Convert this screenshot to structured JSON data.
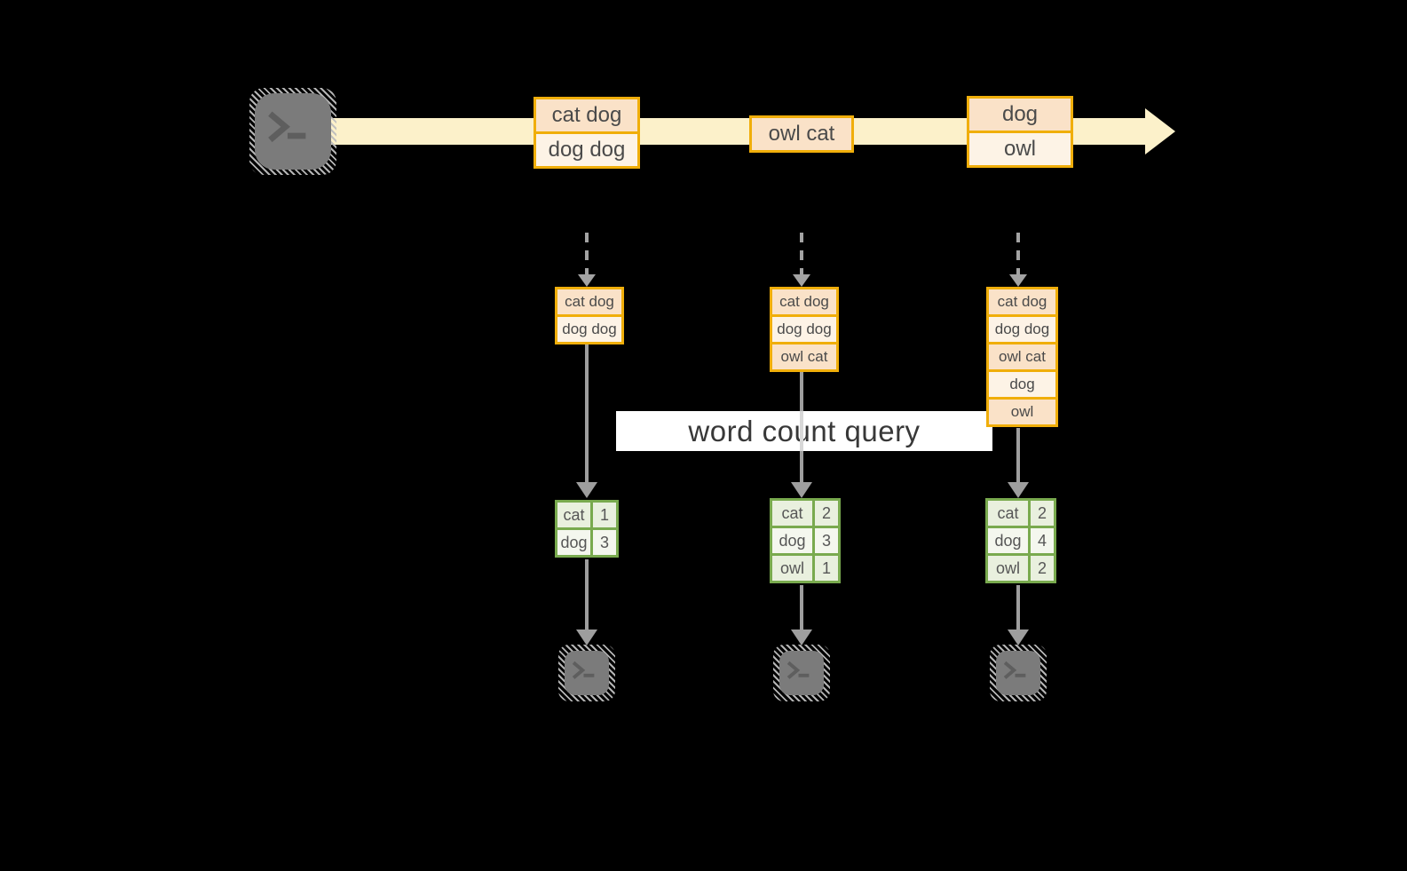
{
  "colors": {
    "band": "#fcf1ca",
    "gold": "#f0ae0a",
    "peach": "#fae2c8",
    "cream": "#fdf3e6",
    "green": "#79aa4e",
    "cellA": "#e9f0de",
    "cellB": "#f4f7ee",
    "arrow": "#9e9e9e",
    "arrowLight": "#d8d8d8",
    "dash": "#a3a3a3",
    "terminal": "#7b7b7b",
    "glyph": "#5e5e5e",
    "text": "#4a4a4a",
    "labelText": "#383838",
    "tableText": "#565656"
  },
  "query": {
    "label": "word count query"
  },
  "stream": {
    "messages": [
      {
        "rows": [
          "cat dog",
          "dog dog"
        ]
      },
      {
        "rows": [
          "owl cat"
        ]
      },
      {
        "rows": [
          "dog",
          "owl"
        ]
      }
    ]
  },
  "consumers": [
    {
      "buffer": [
        "cat dog",
        "dog dog"
      ],
      "counts": [
        {
          "word": "cat",
          "value": "1"
        },
        {
          "word": "dog",
          "value": "3"
        }
      ]
    },
    {
      "buffer": [
        "cat dog",
        "dog dog",
        "owl cat"
      ],
      "counts": [
        {
          "word": "cat",
          "value": "2"
        },
        {
          "word": "dog",
          "value": "3"
        },
        {
          "word": "owl",
          "value": "1"
        }
      ]
    },
    {
      "buffer": [
        "cat dog",
        "dog dog",
        "owl cat",
        "dog",
        "owl"
      ],
      "counts": [
        {
          "word": "cat",
          "value": "2"
        },
        {
          "word": "dog",
          "value": "4"
        },
        {
          "word": "owl",
          "value": "2"
        }
      ]
    }
  ]
}
